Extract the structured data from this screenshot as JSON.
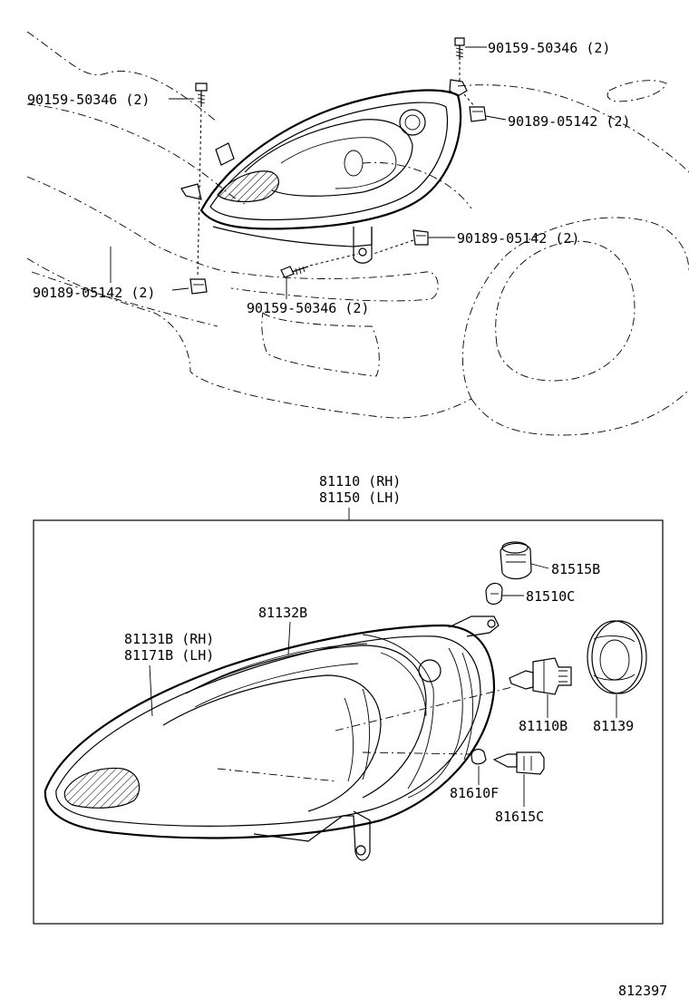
{
  "vehicle_view": {
    "screw_top": "90159-50346 (2)",
    "screw_left": "90159-50346 (2)",
    "clip_top_right": "90189-05142 (2)",
    "clip_mid_right": "90189-05142 (2)",
    "clip_bottom_left": "90189-05142 (2)",
    "screw_bottom": "90159-50346 (2)"
  },
  "assembly": {
    "label_rh": "81110 (RH)",
    "label_lh": "81150 (LH)"
  },
  "parts": {
    "socket": "81515B",
    "small_bulb": "81510C",
    "housing": "81132B",
    "lens_rh": "81131B (RH)",
    "lens_lh": "81171B (LH)",
    "main_bulb": "81110B",
    "cover": "81139",
    "wedge_bulb": "81610F",
    "wedge_socket": "81615C"
  },
  "diagram_id": "812397"
}
